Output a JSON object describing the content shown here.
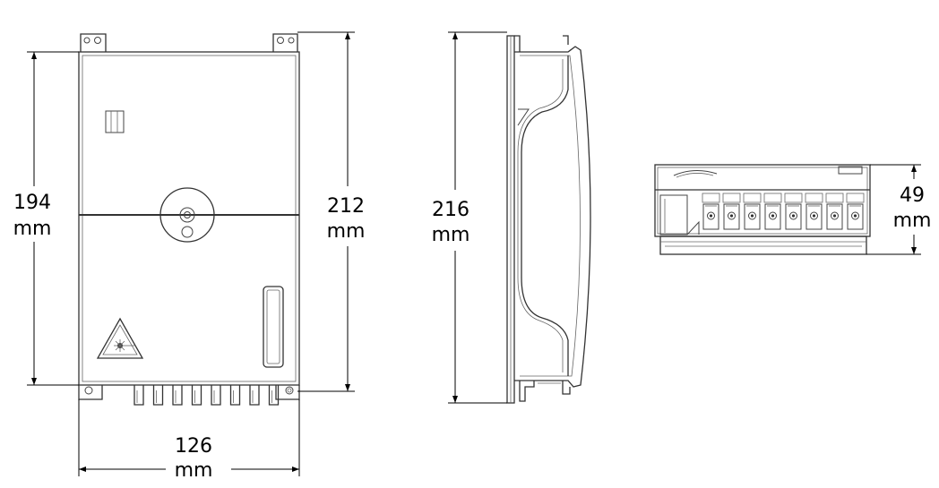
{
  "dimensions": {
    "front_height": {
      "value": "194",
      "unit": "mm"
    },
    "front_height_total": {
      "value": "212",
      "unit": "mm"
    },
    "front_width": {
      "value": "126",
      "unit": "mm"
    },
    "side_height": {
      "value": "216",
      "unit": "mm"
    },
    "bottom_depth": {
      "value": "49",
      "unit": "mm"
    }
  },
  "icons": {
    "laser_warning": "laser-warning-icon"
  },
  "colors": {
    "line": "#333333",
    "background": "#ffffff"
  }
}
